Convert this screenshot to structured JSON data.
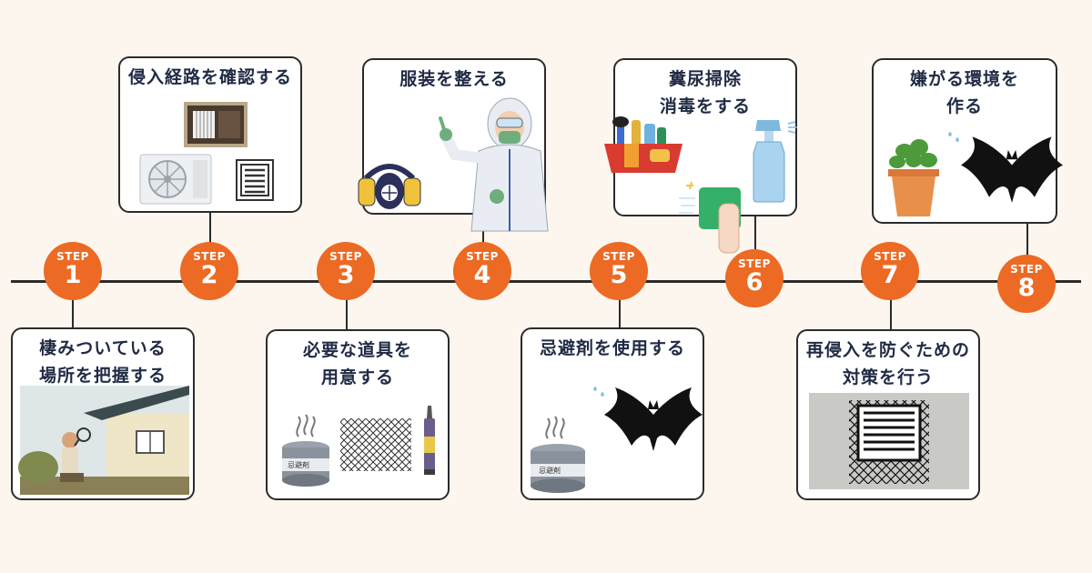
{
  "steps": [
    {
      "label": "STEP",
      "number": "1",
      "title": "棲みついている\n場所を把握する"
    },
    {
      "label": "STEP",
      "number": "2",
      "title": "侵入経路を確認する"
    },
    {
      "label": "STEP",
      "number": "3",
      "title": "必要な道具を\n用意する"
    },
    {
      "label": "STEP",
      "number": "4",
      "title": "服装を整える"
    },
    {
      "label": "STEP",
      "number": "5",
      "title": "忌避剤を使用する"
    },
    {
      "label": "STEP",
      "number": "6",
      "title": "糞尿掃除\n消毒をする"
    },
    {
      "label": "STEP",
      "number": "7",
      "title": "再侵入を防ぐための\n対策を行う"
    },
    {
      "label": "STEP",
      "number": "8",
      "title": "嫌がる環境を\n作る"
    }
  ],
  "can_text": "忌避剤",
  "colors": {
    "accent": "#ec6a24",
    "line": "#2b2b2b",
    "background": "#fdf6ee"
  },
  "icons": [
    "magnifier-person-icon",
    "air-conditioner-icon",
    "vent-icon",
    "repellent-can-icon",
    "wire-mesh-icon",
    "sealant-tube-icon",
    "gas-mask-icon",
    "protective-suit-person-icon",
    "bat-icon",
    "cleaning-bucket-icon",
    "spray-bottle-icon",
    "cleaning-cloth-icon",
    "vent-cover-icon",
    "herb-pot-icon"
  ]
}
